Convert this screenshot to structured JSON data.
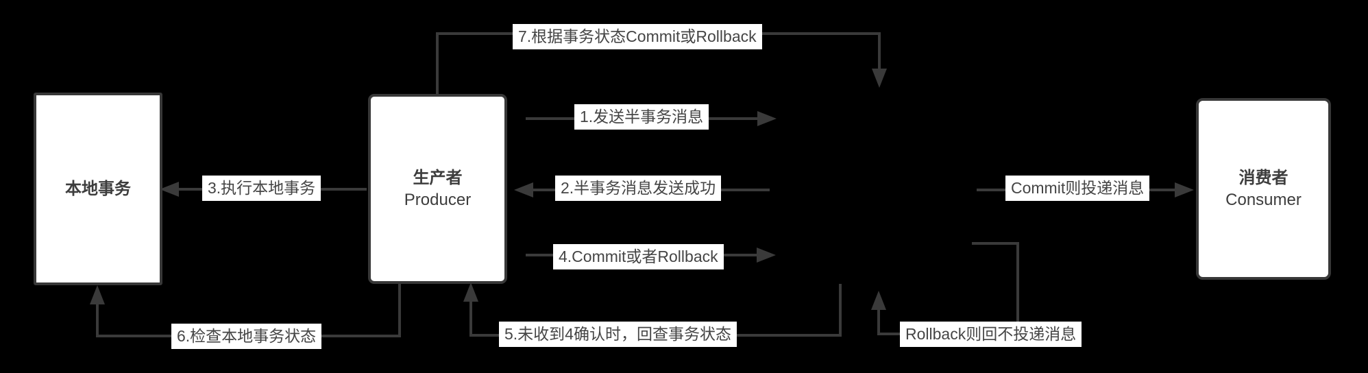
{
  "diagram": {
    "title_implied": "transactional-message-flow",
    "colors": {
      "background": "#000000",
      "line": "#3a3a3a",
      "box_border": "#383838",
      "box_fill": "#ffffff",
      "label_bg": "#ffffff",
      "text": "#454545"
    },
    "boxes": {
      "local": {
        "title": "本地事务"
      },
      "producer": {
        "title": "生产者",
        "subtitle": "Producer"
      },
      "consumer": {
        "title": "消费者",
        "subtitle": "Consumer"
      }
    },
    "labels": {
      "step1": "1.发送半事务消息",
      "step2": "2.半事务消息发送成功",
      "step3": "3.执行本地事务",
      "step4": "4.Commit或者Rollback",
      "step5": "5.未收到4确认时，回查事务状态",
      "step6": "6.检查本地事务状态",
      "step7": "7.根据事务状态Commit或Rollback",
      "commit_note": "Commit则投递消息",
      "rollback_note": "Rollback则回不投递消息"
    }
  }
}
